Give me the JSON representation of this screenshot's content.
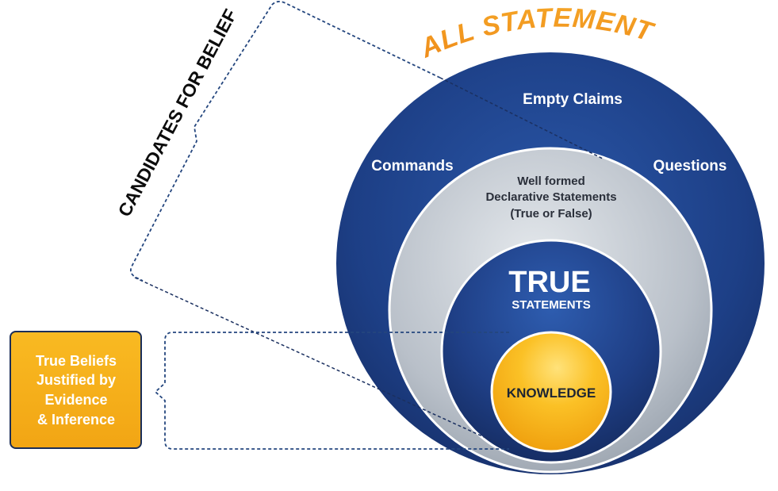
{
  "title": "ALL STATEMENTS",
  "side_label": "CANDIDATES FOR BELIEF",
  "outer_ring": {
    "top": "Empty Claims",
    "left": "Commands",
    "right": "Questions"
  },
  "middle_ring": {
    "line1": "Well formed",
    "line2": "Declarative Statements",
    "line3": "(True or False)"
  },
  "inner_ring": {
    "title": "TRUE",
    "subtitle": "STATEMENTS"
  },
  "core": {
    "label": "KNOWLEDGE"
  },
  "definition_box": {
    "line1": "True Beliefs",
    "line2": "Justified by",
    "line3": "Evidence",
    "line4": "& Inference"
  },
  "colors": {
    "title_orange": "#f39a1f",
    "outer_blue": "#1d3d80",
    "grey_ring": "#b9c0c9",
    "inner_blue": "#1f3f86",
    "knowledge_yellow": "#f8b416",
    "box_yellow": "#f6ae1a",
    "bracket": "#24467e"
  }
}
